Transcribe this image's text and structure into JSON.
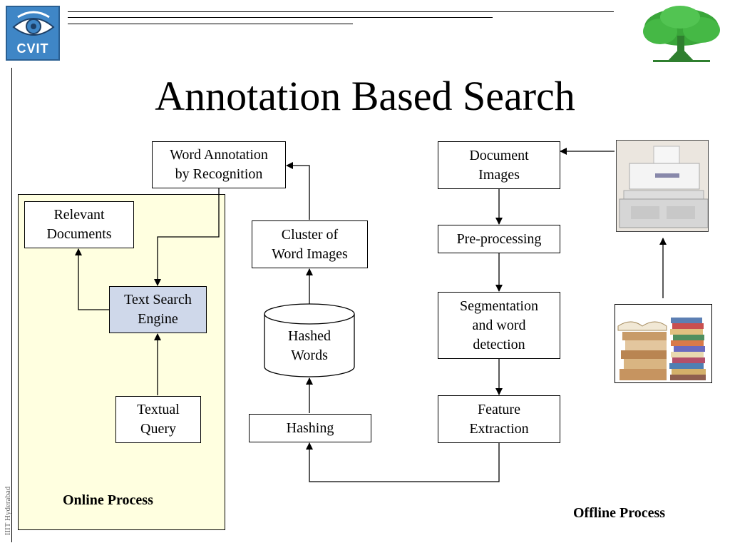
{
  "slide": {
    "title": "Annotation Based Search",
    "logo_text": "CVIT",
    "side_label": "IIIT Hyderabad"
  },
  "online": {
    "label": "Online Process",
    "relevant_documents": "Relevant\nDocuments",
    "text_search_engine": "Text Search\nEngine",
    "textual_query": "Textual\nQuery"
  },
  "middle": {
    "word_annotation": "Word Annotation\nby Recognition",
    "cluster": "Cluster of\nWord Images",
    "hashed_words": "Hashed\nWords",
    "hashing": "Hashing"
  },
  "offline": {
    "label": "Offline Process",
    "document_images": "Document\nImages",
    "preprocessing": "Pre-processing",
    "segmentation": "Segmentation\nand word\ndetection",
    "feature_extraction": "Feature\nExtraction"
  },
  "colors": {
    "online_panel": "#ffffe0",
    "engine_fill": "#cfd8ea",
    "logo_blue": "#3f86c6",
    "tree_green": "#3aa63a"
  },
  "icons": [
    "eye-icon",
    "tree-icon",
    "scanner-image",
    "books-image"
  ]
}
